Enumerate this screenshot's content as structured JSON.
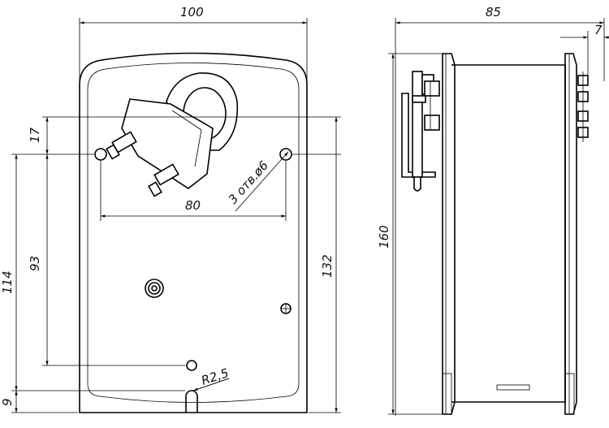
{
  "front_view": {
    "dim_width": "100",
    "dim_hole_spacing": "80",
    "dim_top_offset": "17",
    "dim_hole_to_slot": "93",
    "dim_total_to_slot": "114",
    "dim_hole_to_bottom": "132",
    "dim_slot": "9",
    "label_holes": "3 отв.ø6",
    "label_radius": "R2,5"
  },
  "side_view": {
    "dim_depth": "85",
    "dim_flange": "7",
    "dim_height": "160"
  }
}
